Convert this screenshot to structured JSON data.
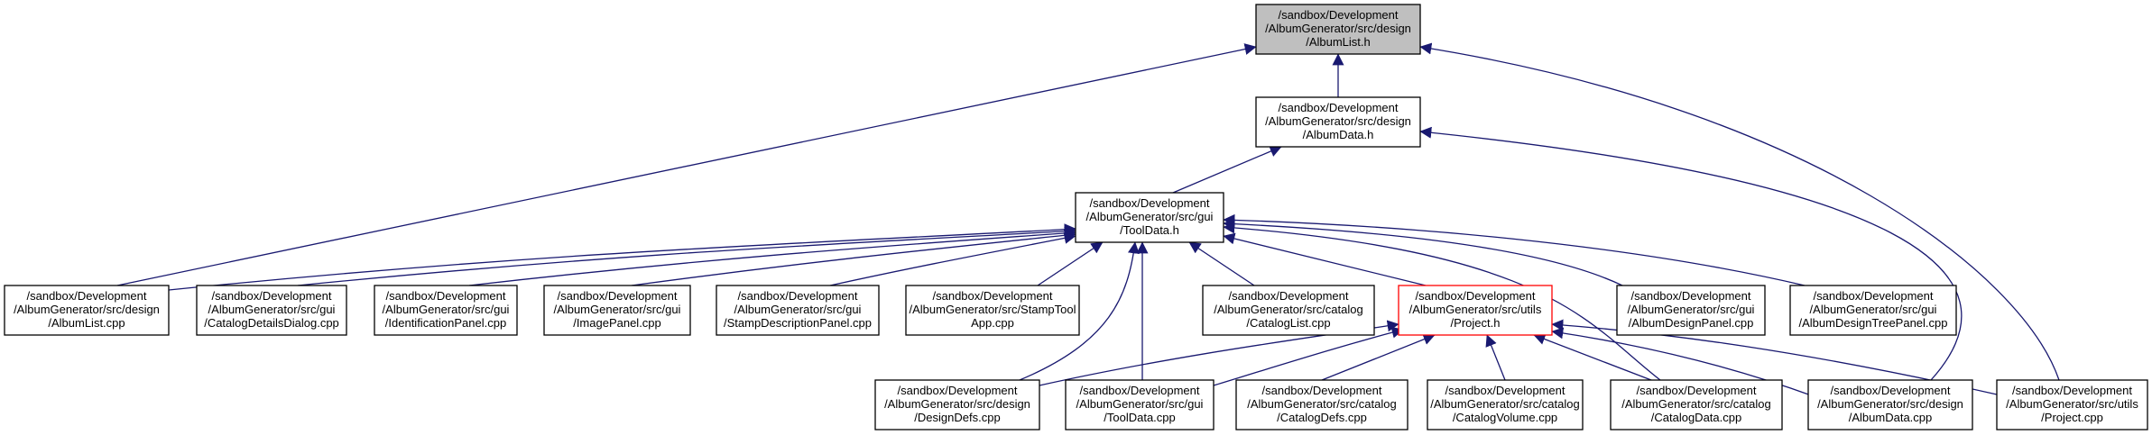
{
  "diagram": {
    "nodes": [
      {
        "id": "albumlist_h",
        "lines": [
          "/sandbox/Development",
          "/AlbumGenerator/src/design",
          "/AlbumList.h"
        ],
        "style": "root"
      },
      {
        "id": "albumdata_h",
        "lines": [
          "/sandbox/Development",
          "/AlbumGenerator/src/design",
          "/AlbumData.h"
        ],
        "style": "normal"
      },
      {
        "id": "tooldata_h",
        "lines": [
          "/sandbox/Development",
          "/AlbumGenerator/src/gui",
          "/ToolData.h"
        ],
        "style": "normal"
      },
      {
        "id": "albumlist_cpp",
        "lines": [
          "/sandbox/Development",
          "/AlbumGenerator/src/design",
          "/AlbumList.cpp"
        ],
        "style": "normal"
      },
      {
        "id": "catalogdetailsdialog_cpp",
        "lines": [
          "/sandbox/Development",
          "/AlbumGenerator/src/gui",
          "/CatalogDetailsDialog.cpp"
        ],
        "style": "normal"
      },
      {
        "id": "identificationpanel_cpp",
        "lines": [
          "/sandbox/Development",
          "/AlbumGenerator/src/gui",
          "/IdentificationPanel.cpp"
        ],
        "style": "normal"
      },
      {
        "id": "imagepanel_cpp",
        "lines": [
          "/sandbox/Development",
          "/AlbumGenerator/src/gui",
          "/ImagePanel.cpp"
        ],
        "style": "normal"
      },
      {
        "id": "stampdescriptionpanel_cpp",
        "lines": [
          "/sandbox/Development",
          "/AlbumGenerator/src/gui",
          "/StampDescriptionPanel.cpp"
        ],
        "style": "normal"
      },
      {
        "id": "stamptoolapp_cpp",
        "lines": [
          "/sandbox/Development",
          "/AlbumGenerator/src/StampTool",
          "App.cpp"
        ],
        "style": "normal"
      },
      {
        "id": "cataloglist_cpp",
        "lines": [
          "/sandbox/Development",
          "/AlbumGenerator/src/catalog",
          "/CatalogList.cpp"
        ],
        "style": "normal"
      },
      {
        "id": "project_h",
        "lines": [
          "/sandbox/Development",
          "/AlbumGenerator/src/utils",
          "/Project.h"
        ],
        "style": "highlight"
      },
      {
        "id": "albumdesignpanel_cpp",
        "lines": [
          "/sandbox/Development",
          "/AlbumGenerator/src/gui",
          "/AlbumDesignPanel.cpp"
        ],
        "style": "normal"
      },
      {
        "id": "albumdesigntreepanel_cpp",
        "lines": [
          "/sandbox/Development",
          "/AlbumGenerator/src/gui",
          "/AlbumDesignTreePanel.cpp"
        ],
        "style": "normal"
      },
      {
        "id": "designdefs_cpp",
        "lines": [
          "/sandbox/Development",
          "/AlbumGenerator/src/design",
          "/DesignDefs.cpp"
        ],
        "style": "normal"
      },
      {
        "id": "tooldata_cpp",
        "lines": [
          "/sandbox/Development",
          "/AlbumGenerator/src/gui",
          "/ToolData.cpp"
        ],
        "style": "normal"
      },
      {
        "id": "catalogdefs_cpp",
        "lines": [
          "/sandbox/Development",
          "/AlbumGenerator/src/catalog",
          "/CatalogDefs.cpp"
        ],
        "style": "normal"
      },
      {
        "id": "catalogvolume_cpp",
        "lines": [
          "/sandbox/Development",
          "/AlbumGenerator/src/catalog",
          "/CatalogVolume.cpp"
        ],
        "style": "normal"
      },
      {
        "id": "catalogdata_cpp",
        "lines": [
          "/sandbox/Development",
          "/AlbumGenerator/src/catalog",
          "/CatalogData.cpp"
        ],
        "style": "normal"
      },
      {
        "id": "albumdata_cpp",
        "lines": [
          "/sandbox/Development",
          "/AlbumGenerator/src/design",
          "/AlbumData.cpp"
        ],
        "style": "normal"
      },
      {
        "id": "project_cpp",
        "lines": [
          "/sandbox/Development",
          "/AlbumGenerator/src/utils",
          "/Project.cpp"
        ],
        "style": "normal"
      }
    ],
    "edges": [
      {
        "from": "albumdata_h",
        "to": "albumlist_h"
      },
      {
        "from": "albumlist_cpp",
        "to": "albumlist_h"
      },
      {
        "from": "project_cpp",
        "to": "albumlist_h"
      },
      {
        "from": "tooldata_h",
        "to": "albumdata_h"
      },
      {
        "from": "albumdata_cpp",
        "to": "albumdata_h"
      },
      {
        "from": "albumlist_cpp",
        "to": "tooldata_h"
      },
      {
        "from": "catalogdetailsdialog_cpp",
        "to": "tooldata_h"
      },
      {
        "from": "identificationpanel_cpp",
        "to": "tooldata_h"
      },
      {
        "from": "imagepanel_cpp",
        "to": "tooldata_h"
      },
      {
        "from": "stampdescriptionpanel_cpp",
        "to": "tooldata_h"
      },
      {
        "from": "stamptoolapp_cpp",
        "to": "tooldata_h"
      },
      {
        "from": "cataloglist_cpp",
        "to": "tooldata_h"
      },
      {
        "from": "project_h",
        "to": "tooldata_h"
      },
      {
        "from": "albumdesignpanel_cpp",
        "to": "tooldata_h"
      },
      {
        "from": "albumdesigntreepanel_cpp",
        "to": "tooldata_h"
      },
      {
        "from": "designdefs_cpp",
        "to": "tooldata_h"
      },
      {
        "from": "tooldata_cpp",
        "to": "tooldata_h"
      },
      {
        "from": "catalogdata_cpp",
        "to": "tooldata_h"
      },
      {
        "from": "designdefs_cpp",
        "to": "project_h"
      },
      {
        "from": "tooldata_cpp",
        "to": "project_h"
      },
      {
        "from": "catalogdefs_cpp",
        "to": "project_h"
      },
      {
        "from": "catalogvolume_cpp",
        "to": "project_h"
      },
      {
        "from": "catalogdata_cpp",
        "to": "project_h"
      },
      {
        "from": "albumdata_cpp",
        "to": "project_h"
      },
      {
        "from": "project_cpp",
        "to": "project_h"
      }
    ]
  }
}
